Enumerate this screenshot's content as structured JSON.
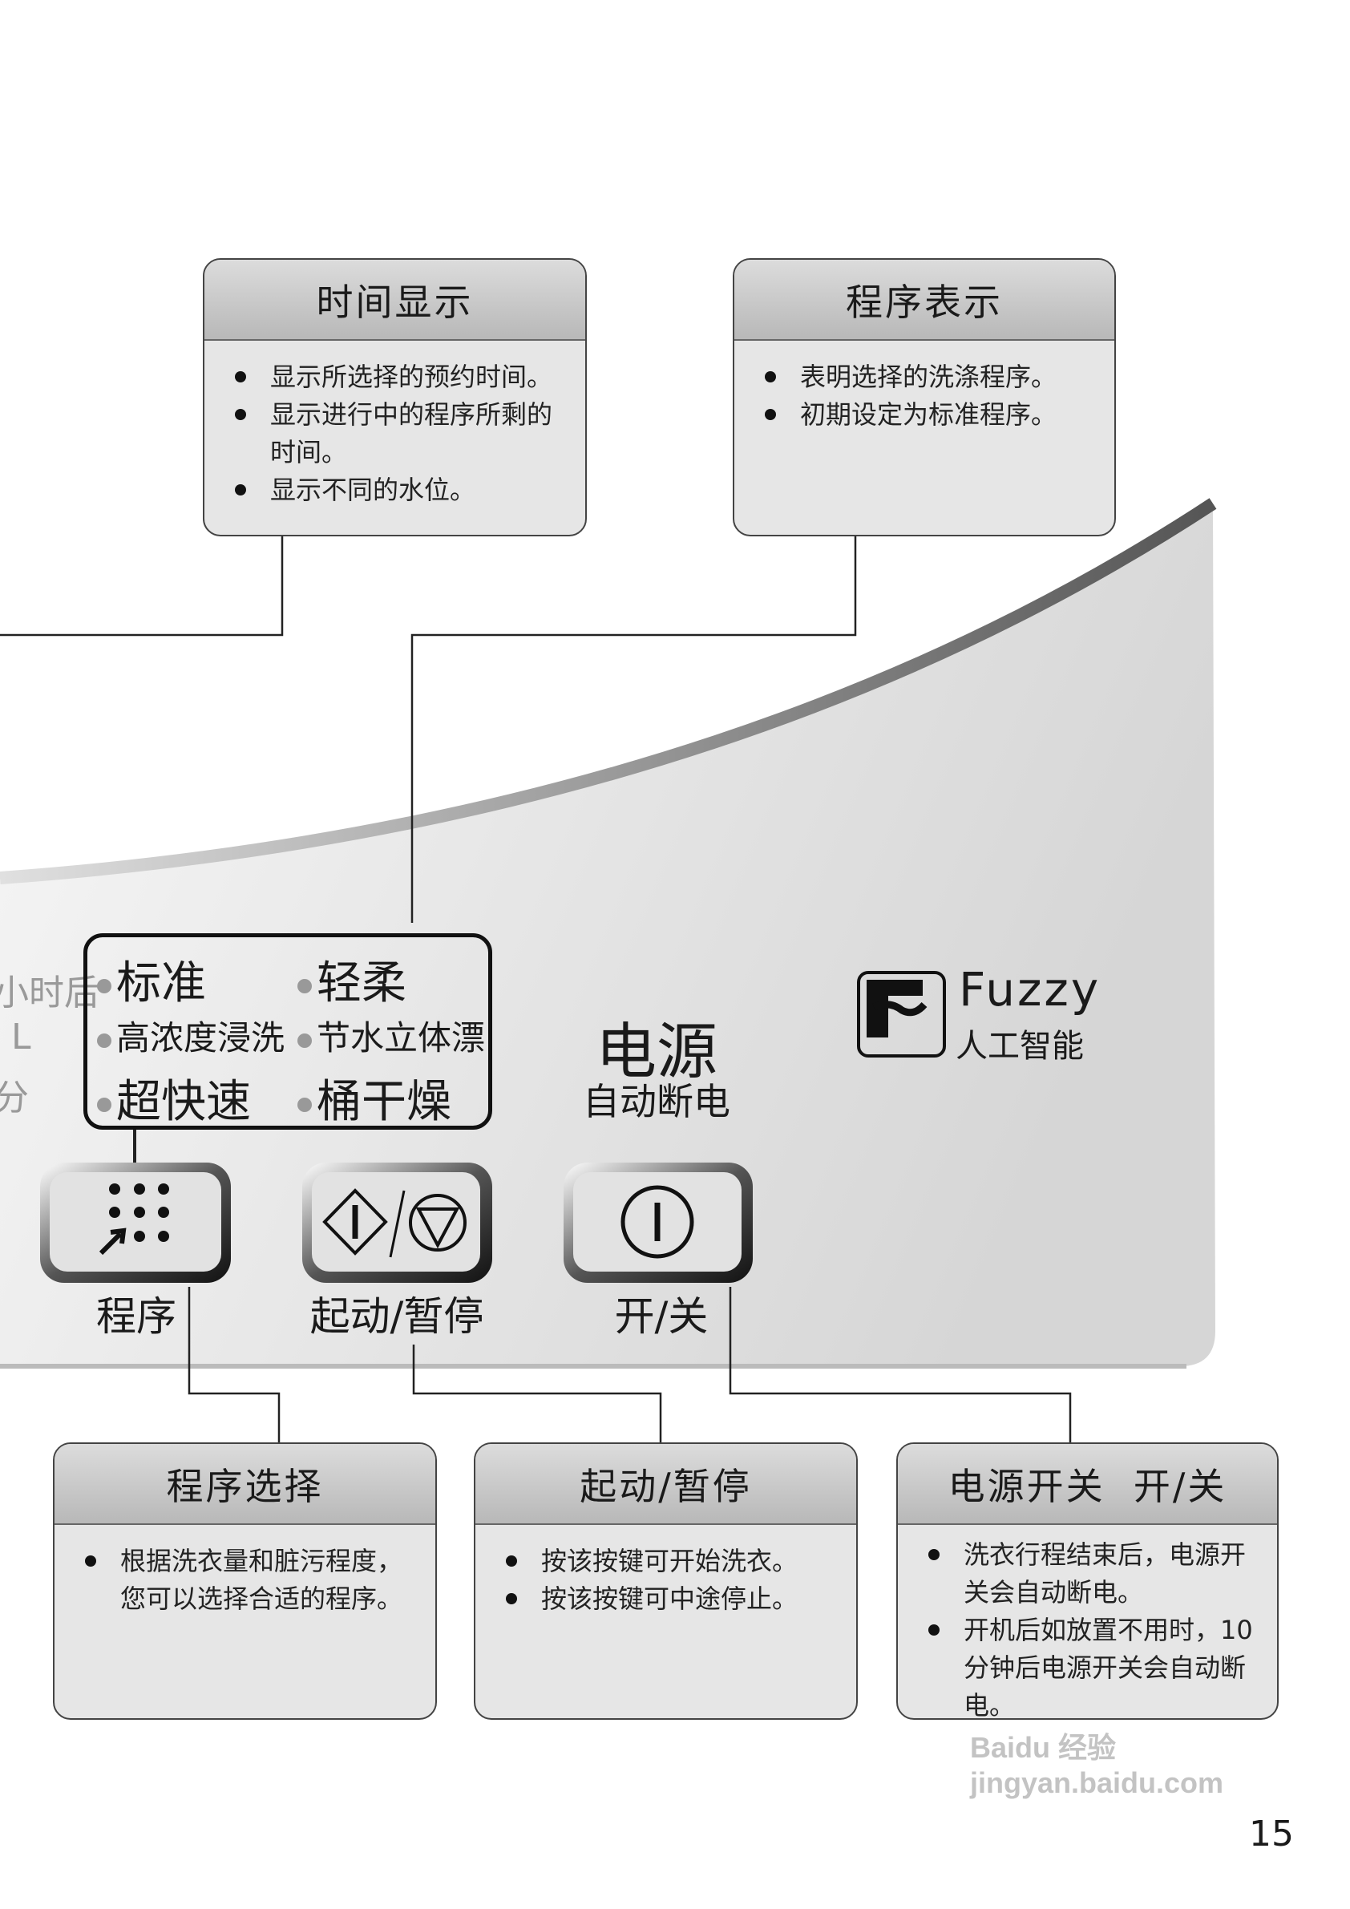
{
  "top_cards": [
    {
      "title": "时间显示",
      "items": [
        "显示所选择的预约时间。",
        "显示进行中的程序所剩的时间。",
        "显示不同的水位。"
      ]
    },
    {
      "title": "程序表示",
      "items": [
        "表明选择的洗涤程序。",
        "初期设定为标准程序。"
      ]
    }
  ],
  "panel": {
    "side_text": [
      "小时后",
      "L",
      "分"
    ],
    "programs": [
      "标准",
      "轻柔",
      "高浓度浸洗",
      "节水立体漂",
      "超快速",
      "桶干燥"
    ],
    "power_title": "电源",
    "power_subtitle": "自动断电",
    "fuzzy_logo_icon": "fuzzy-f-icon",
    "fuzzy_title": "Fuzzy",
    "fuzzy_subtitle": "人工智能",
    "buttons": [
      {
        "label": "程序",
        "icon": "program-dots-icon"
      },
      {
        "label": "起动/暂停",
        "icon": "start-pause-icon"
      },
      {
        "label": "开/关",
        "icon": "power-icon"
      }
    ]
  },
  "bottom_cards": [
    {
      "title": "程序选择",
      "items": [
        "根据洗衣量和脏污程度，您可以选择合适的程序。"
      ]
    },
    {
      "title": "起动/暂停",
      "items": [
        "按该按键可开始洗衣。",
        "按该按键可中途停止。"
      ]
    },
    {
      "title": "电源开关  开/关",
      "items": [
        "洗衣行程结束后，电源开关会自动断电。",
        "开机后如放置不用时，10分钟后电源开关会自动断电。"
      ]
    }
  ],
  "page_number": "15",
  "watermark": "Baidu 经验 jingyan.baidu.com"
}
